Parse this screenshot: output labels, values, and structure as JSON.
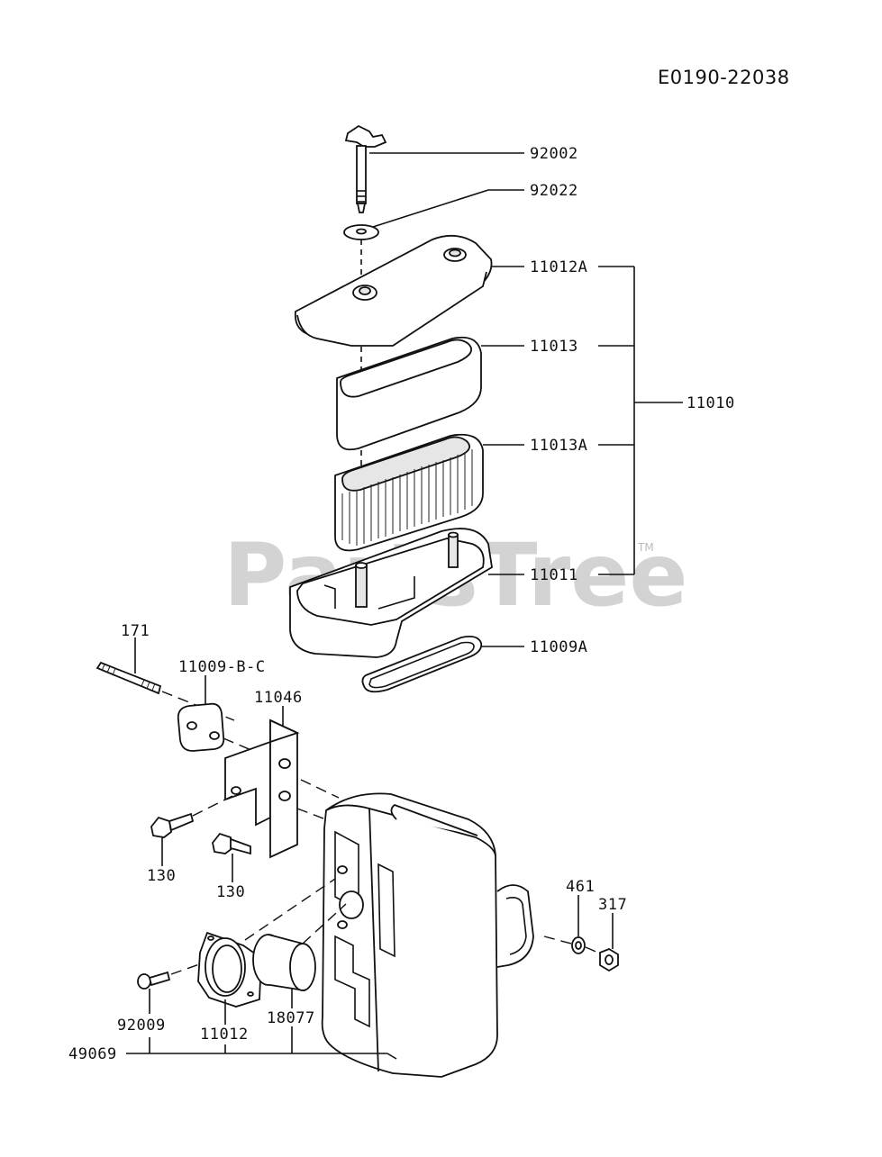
{
  "diagram": {
    "code": "E0190-22038",
    "watermark": "PartsTree",
    "trademark": "TM",
    "labels": {
      "p92002": "92002",
      "p92022": "92022",
      "p11012A": "11012A",
      "p11013": "11013",
      "p11010": "11010",
      "p11013A": "11013A",
      "p11011": "11011",
      "p11009A": "11009A",
      "p171": "171",
      "p11009BC": "11009-B-C",
      "p11046": "11046",
      "p130a": "130",
      "p130b": "130",
      "p461": "461",
      "p317": "317",
      "p92009": "92009",
      "p11012": "11012",
      "p18077": "18077",
      "p49069": "49069"
    }
  }
}
